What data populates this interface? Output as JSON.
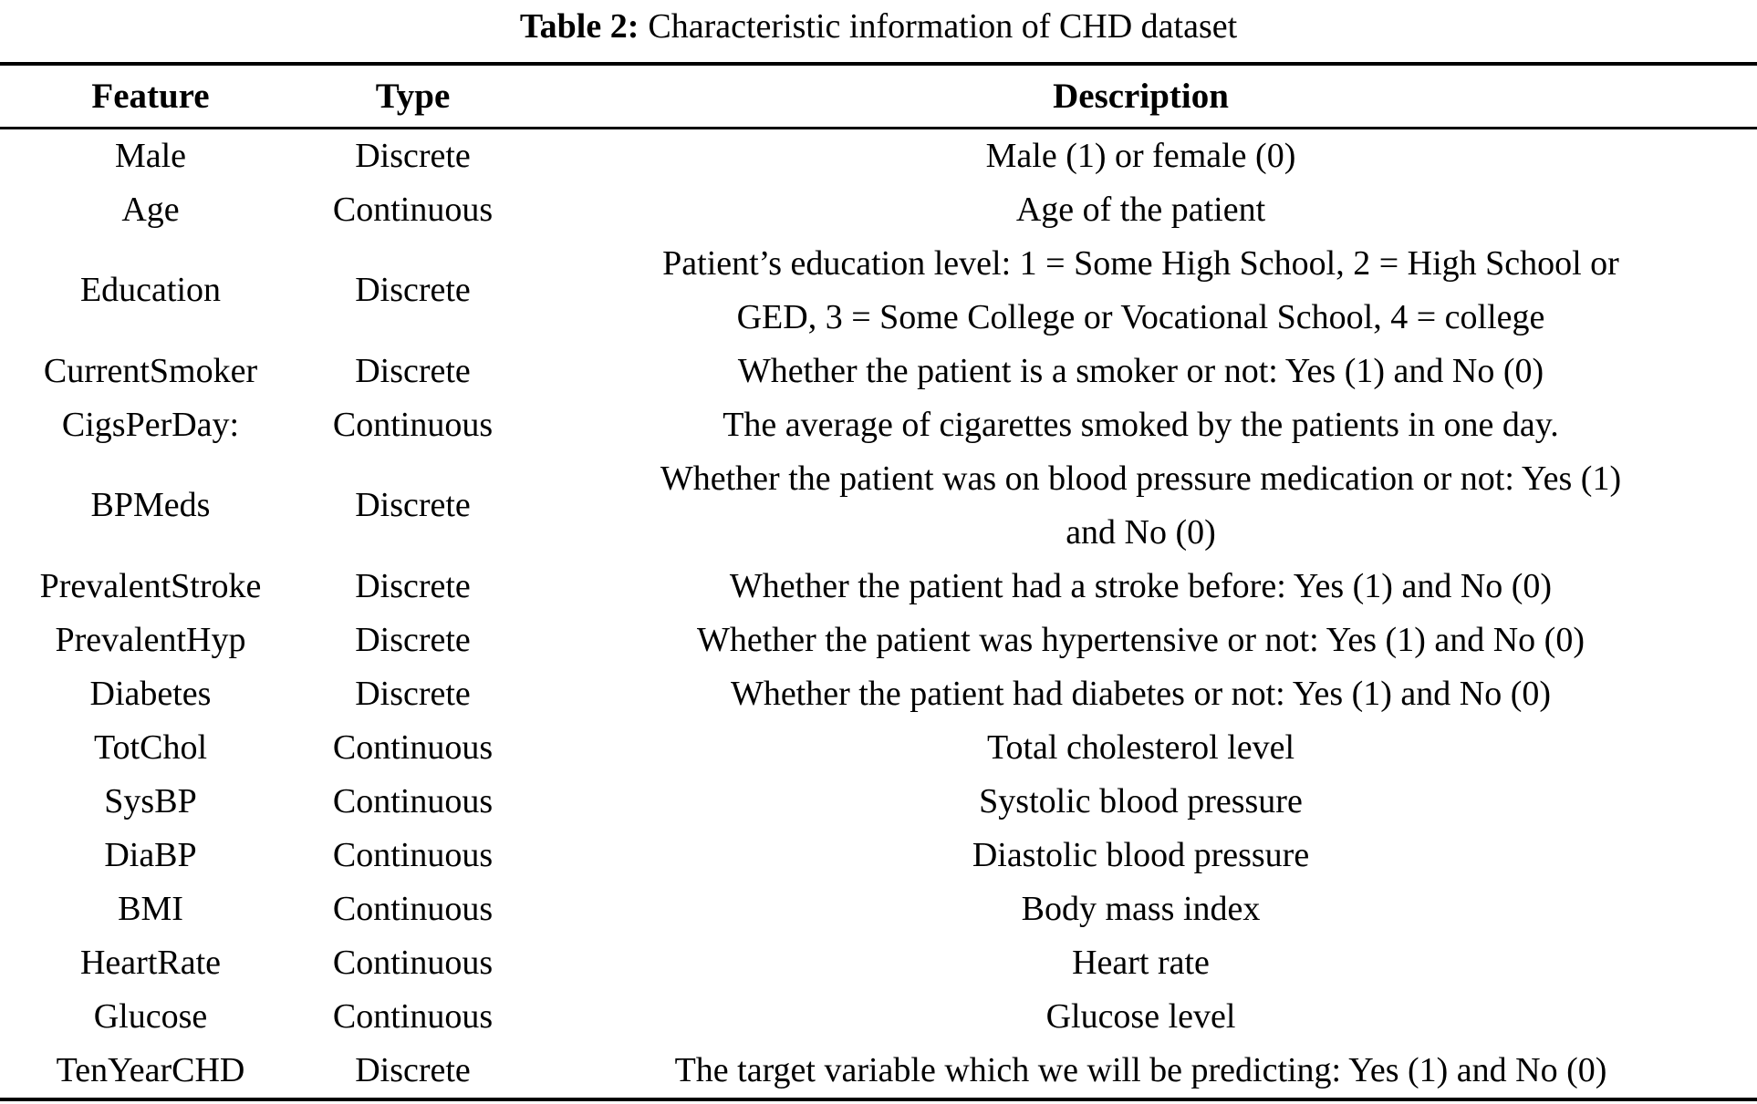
{
  "caption": {
    "label": "Table 2:",
    "text": "Characteristic information of CHD dataset"
  },
  "columns": [
    "Feature",
    "Type",
    "Description"
  ],
  "rows": [
    {
      "feature": "Male",
      "type": "Discrete",
      "description": "Male (1) or female (0)"
    },
    {
      "feature": "Age",
      "type": "Continuous",
      "description": "Age of the patient"
    },
    {
      "feature": "Education",
      "type": "Discrete",
      "description": "Patient’s education level: 1 = Some High School, 2 = High School or\nGED, 3 = Some College or Vocational School, 4 = college"
    },
    {
      "feature": "CurrentSmoker",
      "type": "Discrete",
      "description": "Whether the patient is a smoker or not: Yes (1) and No (0)"
    },
    {
      "feature": "CigsPerDay:",
      "type": "Continuous",
      "description": "The average of cigarettes smoked by the patients in one day."
    },
    {
      "feature": "BPMeds",
      "type": "Discrete",
      "description": "Whether the patient was on blood pressure medication or not: Yes (1)\nand No (0)"
    },
    {
      "feature": "PrevalentStroke",
      "type": "Discrete",
      "description": "Whether the patient had a stroke before: Yes (1) and No (0)"
    },
    {
      "feature": "PrevalentHyp",
      "type": "Discrete",
      "description": "Whether the patient was hypertensive or not: Yes (1) and No (0)"
    },
    {
      "feature": "Diabetes",
      "type": "Discrete",
      "description": "Whether the patient had diabetes or not: Yes (1) and No (0)"
    },
    {
      "feature": "TotChol",
      "type": "Continuous",
      "description": "Total cholesterol level"
    },
    {
      "feature": "SysBP",
      "type": "Continuous",
      "description": "Systolic blood pressure"
    },
    {
      "feature": "DiaBP",
      "type": "Continuous",
      "description": "Diastolic blood pressure"
    },
    {
      "feature": "BMI",
      "type": "Continuous",
      "description": "Body mass index"
    },
    {
      "feature": "HeartRate",
      "type": "Continuous",
      "description": "Heart rate"
    },
    {
      "feature": "Glucose",
      "type": "Continuous",
      "description": "Glucose level"
    },
    {
      "feature": "TenYearCHD",
      "type": "Discrete",
      "description": "The target variable which we will be predicting: Yes (1) and No (0)"
    }
  ],
  "colors": {
    "text": "#000000",
    "background": "#ffffff",
    "rule": "#000000"
  }
}
